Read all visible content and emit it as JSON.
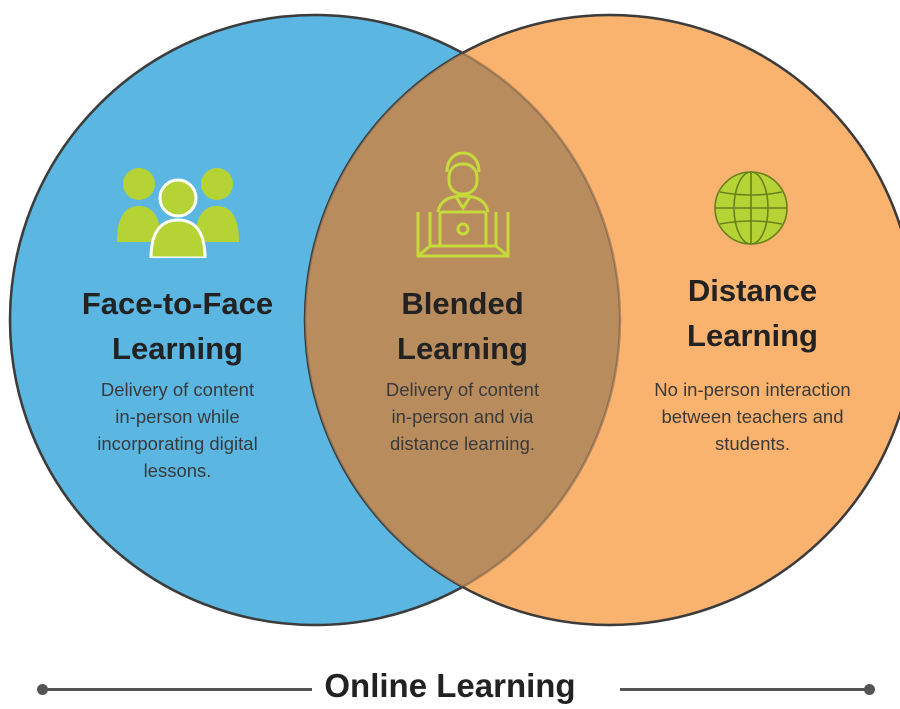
{
  "circles": [
    {
      "id": "face-to-face",
      "title_line1": "Face-to-Face",
      "title_line2": "Learning",
      "description": [
        "Delivery of content",
        "in-person while",
        "incorporating digital",
        "lessons."
      ],
      "icon": "people-group-icon"
    },
    {
      "id": "blended",
      "title_line1": "Blended",
      "title_line2": "Learning",
      "description": [
        "Delivery of content",
        "in-person and via",
        "distance learning."
      ],
      "icon": "person-at-laptop-icon"
    },
    {
      "id": "distance",
      "title_line1": "Distance",
      "title_line2": "Learning",
      "description": [
        "No in-person interaction",
        "between teachers and",
        "students."
      ],
      "icon": "globe-icon"
    }
  ],
  "axis": {
    "label": "Online Learning"
  },
  "colors": {
    "left_circle": "#5BB7E2",
    "right_circle": "#F9B36F",
    "overlap": "#B98C5E",
    "icon_fill": "#B5D334",
    "icon_stroke": "#C6DA3C"
  }
}
